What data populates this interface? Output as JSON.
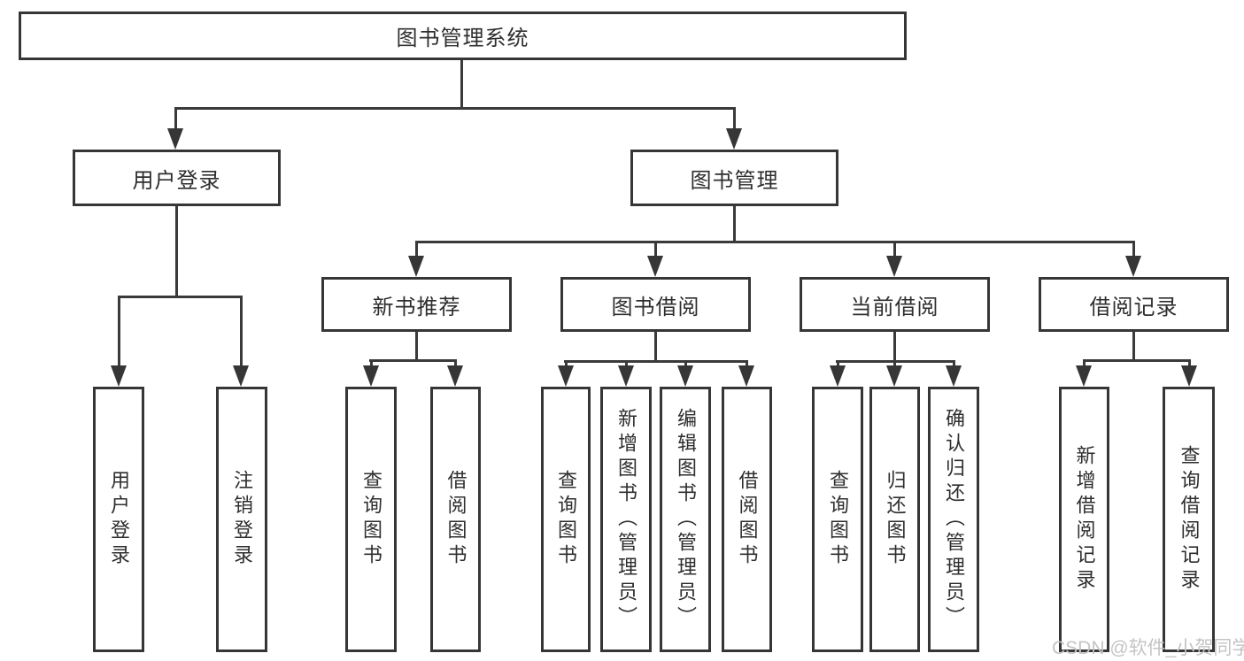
{
  "diagram_title": "图书管理系统",
  "colors": {
    "border": "#363636",
    "line": "#3a3a3a",
    "text": "#2e2e2e",
    "background": "#ffffff",
    "watermark_text_color": "#c4c4c4"
  },
  "tree": {
    "root": "图书管理系统",
    "login": {
      "label": "用户登录",
      "children": [
        "用户登录",
        "注销登录"
      ]
    },
    "mgmt": {
      "label": "图书管理",
      "children": [
        {
          "label": "新书推荐",
          "children": [
            "查询图书",
            "借阅图书"
          ]
        },
        {
          "label": "图书借阅",
          "children": [
            "查询图书",
            "新增图书（管理员）",
            "编辑图书（管理员）",
            "借阅图书"
          ]
        },
        {
          "label": "当前借阅",
          "children": [
            "查询图书",
            "归还图书",
            "确认归还（管理员）"
          ]
        },
        {
          "label": "借阅记录",
          "children": [
            "新增借阅记录",
            "查询借阅记录"
          ]
        }
      ]
    }
  },
  "watermark": "CSDN @软件_小贺同学"
}
